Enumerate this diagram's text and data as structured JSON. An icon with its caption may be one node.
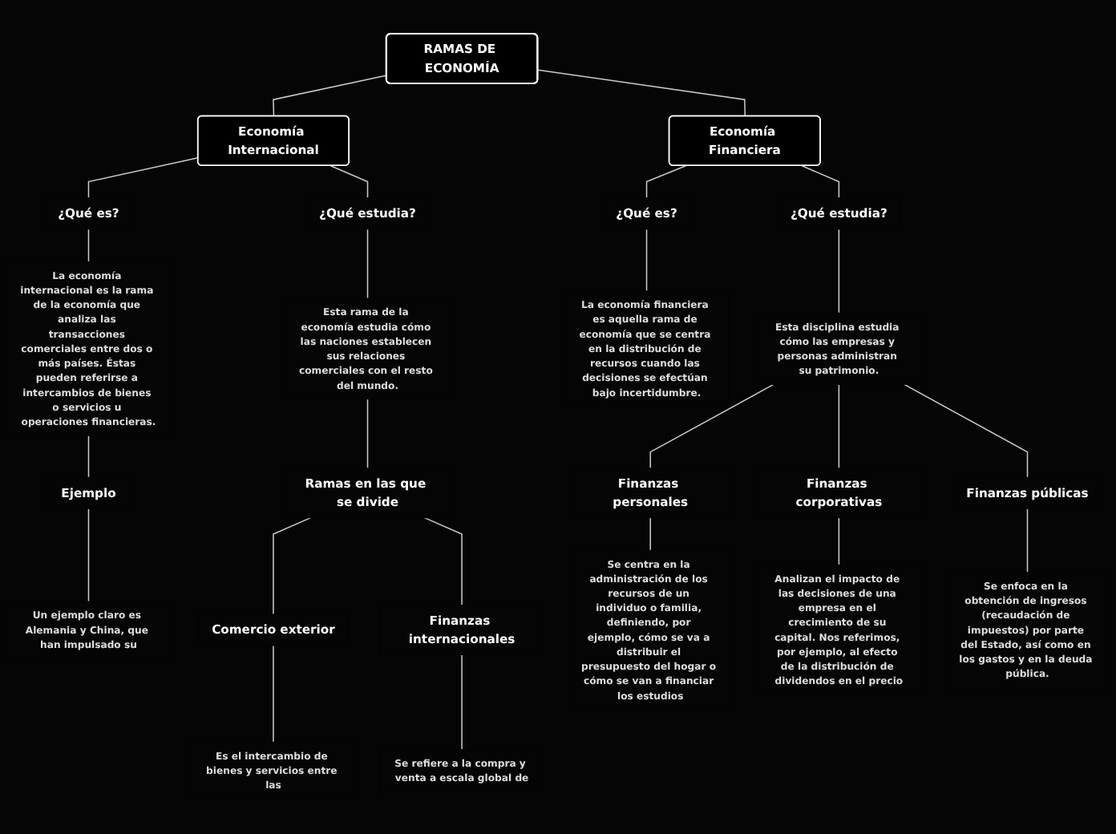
{
  "diagram": {
    "nodes": [
      {
        "text": [
          "RAMAS DE ECONOMÍA"
        ]
      },
      {
        "text": [
          "Economía Internacional"
        ]
      },
      {
        "text": [
          "¿Qué es?"
        ]
      },
      {
        "text": [
          "La economía internacional es la rama de la economía que analiza las transacciones comerciales entre dos o más países. Éstas pueden referirse a intercambios de bienes o servicios u operaciones financieras."
        ]
      },
      {
        "text": [
          "Ejemplo"
        ]
      },
      {
        "text": [
          "Un ejemplo claro es Alemania y China, que han impulsado su"
        ]
      },
      {
        "text": [
          "¿Qué estudia?"
        ]
      },
      {
        "text": [
          "Esta rama de la economía estudia cómo las naciones establecen sus relaciones comerciales con el resto del mundo."
        ]
      },
      {
        "text": [
          "Ramas en las que se divide"
        ]
      },
      {
        "text": [
          "Comercio exterior"
        ]
      },
      {
        "text": [
          "Es el intercambio de bienes y servicios entre las"
        ]
      },
      {
        "text": [
          "Finanzas internacionales"
        ]
      },
      {
        "text": [
          "Se refiere a la compra y venta a escala global de"
        ]
      },
      {
        "text": [
          "Economía Financiera"
        ]
      },
      {
        "text": [
          "¿Qué es?"
        ]
      },
      {
        "text": [
          "La economía financiera es aquella rama de economía que se centra en la distribución de recursos cuando las decisiones se efectúan bajo incertidumbre."
        ]
      },
      {
        "text": [
          "¿Qué estudia?"
        ]
      },
      {
        "text": [
          "Esta disciplina estudia cómo las empresas y personas administran su patrimonio."
        ]
      },
      {
        "text": [
          "Finanzas personales"
        ]
      },
      {
        "text": [
          "Se centra en la administración de los recursos de un individuo o familia, definiendo, por ejemplo, cómo se va a distribuir el presupuesto del hogar o cómo se van a financiar los estudios"
        ]
      },
      {
        "text": [
          "Finanzas corporativas"
        ]
      },
      {
        "text": [
          "Analizan el impacto de las decisiones de una empresa en el crecimiento de su capital. Nos referimos, por ejemplo, al efecto de la distribución de dividendos en el precio"
        ]
      },
      {
        "text": [
          "Finanzas públicas"
        ]
      },
      {
        "text": [
          "Se enfoca en la obtención de ingresos (recaudación de impuestos) por parte del Estado, así como en los gastos y en la deuda pública."
        ]
      }
    ],
    "edges": [
      {
        "from": 0,
        "to": 1,
        "arrow": "none"
      },
      {
        "from": 1,
        "to": 2,
        "arrow": "none"
      },
      {
        "from": 2,
        "to": 3,
        "arrow": "none"
      },
      {
        "from": 3,
        "to": 4,
        "arrow": "none"
      },
      {
        "from": 4,
        "to": 5,
        "arrow": "none"
      },
      {
        "from": 1,
        "to": 6,
        "arrow": "none"
      },
      {
        "from": 6,
        "to": 7,
        "arrow": "none"
      },
      {
        "from": 7,
        "to": 8,
        "arrow": "none"
      },
      {
        "from": 8,
        "to": 9,
        "arrow": "none"
      },
      {
        "from": 9,
        "to": 10,
        "arrow": "none"
      },
      {
        "from": 8,
        "to": 11,
        "arrow": "none"
      },
      {
        "from": 11,
        "to": 12,
        "arrow": "none"
      },
      {
        "from": 0,
        "to": 13,
        "arrow": "none"
      },
      {
        "from": 13,
        "to": 14,
        "arrow": "none"
      },
      {
        "from": 14,
        "to": 15,
        "arrow": "none"
      },
      {
        "from": 13,
        "to": 16,
        "arrow": "none"
      },
      {
        "from": 16,
        "to": 17,
        "arrow": "none"
      },
      {
        "from": 17,
        "to": 18,
        "arrow": "none"
      },
      {
        "from": 18,
        "to": 19,
        "arrow": "none"
      },
      {
        "from": 17,
        "to": 20,
        "arrow": "none"
      },
      {
        "from": 20,
        "to": 21,
        "arrow": "none"
      },
      {
        "from": 17,
        "to": 22,
        "arrow": "none"
      },
      {
        "from": 22,
        "to": 23,
        "arrow": "none"
      }
    ]
  }
}
